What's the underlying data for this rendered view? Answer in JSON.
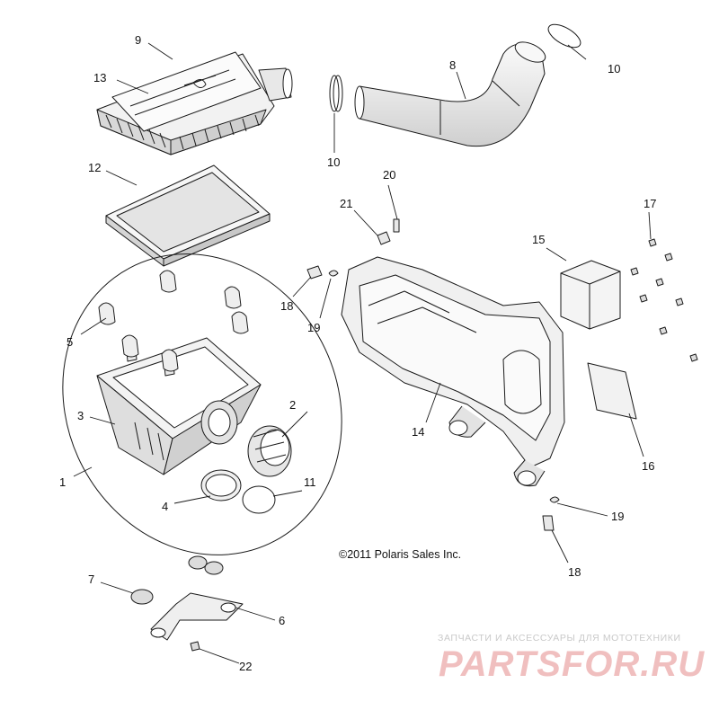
{
  "callouts": [
    "1",
    "2",
    "3",
    "4",
    "5",
    "6",
    "7",
    "8",
    "9",
    "10",
    "10",
    "11",
    "12",
    "13",
    "14",
    "15",
    "16",
    "17",
    "18",
    "18",
    "19",
    "19",
    "20",
    "21",
    "22"
  ],
  "copyright": "©2011 Polaris Sales Inc.",
  "watermark": {
    "tagline": "ЗАПЧАСТИ И АКСЕССУАРЫ ДЛЯ МОТОТЕХНИКИ",
    "logo": "PARTSFOR.RU"
  },
  "colors": {
    "line": "#1a1a1a",
    "part_fill": "#f4f4f4",
    "part_shade": "#d9d9d9",
    "watermark_grey": "#c9c9c9",
    "watermark_red": "#e58c8c"
  }
}
